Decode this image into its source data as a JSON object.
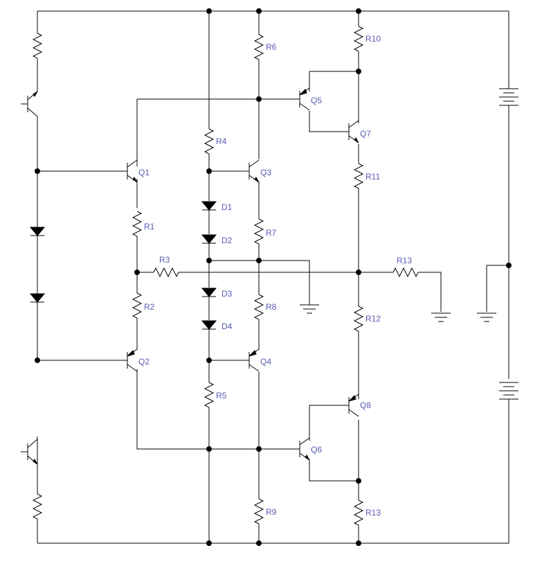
{
  "labels": {
    "q1": "Q1",
    "q2": "Q2",
    "q3": "Q3",
    "q4": "Q4",
    "q5": "Q5",
    "q6": "Q6",
    "q7": "Q7",
    "q8": "Q8",
    "r1": "R1",
    "r2": "R2",
    "r3": "R3",
    "r4": "R4",
    "r5": "R5",
    "r6": "R6",
    "r7": "R7",
    "r8": "R8",
    "r9": "R9",
    "r10": "R10",
    "r11": "R11",
    "r12": "R12",
    "r13_load": "R13",
    "r13_bottom": "R13",
    "d1": "D1",
    "d2": "D2",
    "d3": "D3",
    "d4": "D4"
  },
  "colors": {
    "wire": "#000000",
    "label": "#5a5ab4",
    "background": "#ffffff"
  }
}
